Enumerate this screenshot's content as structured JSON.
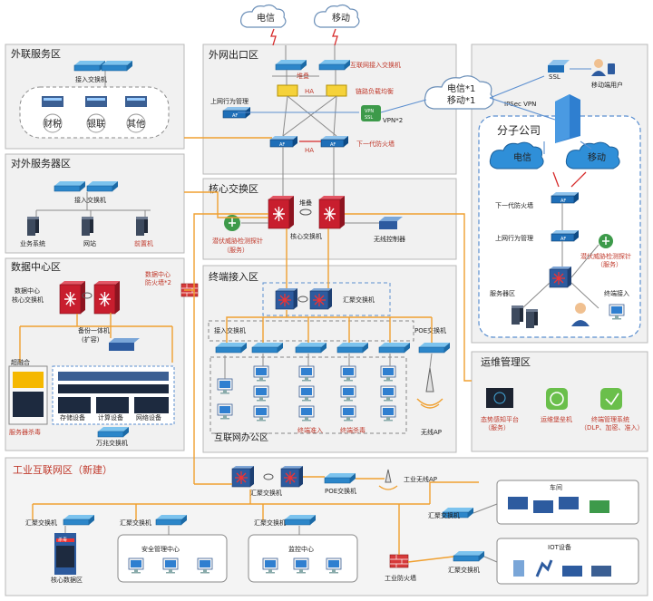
{
  "zones": {
    "external_service": "外联服务区",
    "external_server": "对外服务器区",
    "datacenter": "数据中心区",
    "egress": "外网出口区",
    "core_exchange": "核心交换区",
    "terminal_access": "终端接入区",
    "ops": "运维管理区",
    "industrial": "工业互联网区（新建）",
    "branch": "分子公司"
  },
  "clouds": {
    "telecom": "电信",
    "mobile": "移动",
    "telecom1": "电信*1",
    "mobile1": "移动*1",
    "branch_telecom": "电信",
    "branch_mobile": "移动"
  },
  "external_service": {
    "access_switch": "接入交换机",
    "items": [
      "财税",
      "银联",
      "其他"
    ]
  },
  "external_server": {
    "access_switch": "接入交换机",
    "servers": [
      "业务系统",
      "网站",
      "前置机"
    ]
  },
  "datacenter": {
    "core_switch": "数据中心\n核心交换机",
    "core_switch_l1": "数据中心",
    "core_switch_l2": "核心交换机",
    "firewall_l1": "数据中心",
    "firewall_l2": "防火墙*2",
    "backup_l1": "备份一体机",
    "backup_l2": "(扩容)",
    "hyperconverged": "超融合",
    "antivirus": "服务器杀毒",
    "gigabit_switch": "万兆交换机",
    "rack_labels": [
      "存储设备",
      "计算设备",
      "网络设备"
    ]
  },
  "egress": {
    "internet_switch": "互联网接入交换机",
    "stack": "堆叠",
    "ha1": "HA",
    "lb": "链路负载均衡",
    "behavior": "上网行为管理",
    "vpn": "VPN*2",
    "ngfw": "下一代防火墙",
    "ha2": "HA",
    "vpn_badge": "VPN",
    "ssl_badge": "SSL"
  },
  "core": {
    "stack": "堆叠",
    "core_switch": "核心交换机",
    "threat_l1": "潜伏威胁检测探针",
    "threat_l2": "（服务）",
    "wireless": "无线控制器"
  },
  "terminal": {
    "agg_switch": "汇聚交换机",
    "access_switch": "接入交换机",
    "poe_switch": "POE交换机",
    "office": "互联网办公区",
    "endpoint_access": "终端准入",
    "endpoint_av": "终端杀毒",
    "wireless_ap": "无线AP"
  },
  "branch": {
    "ipsec": "IPSec VPN",
    "mobile_user": "移动端用户",
    "ngfw": "下一代防火墙",
    "behavior": "上网行为管理",
    "threat_l1": "潜伏威胁检测探针",
    "threat_l2": "（服务）",
    "server_area": "服务器区",
    "terminal_access": "终端接入"
  },
  "ops": {
    "items": [
      {
        "l1": "态势感知平台",
        "l2": "（服务）"
      },
      {
        "l1": "运维堡垒机",
        "l2": ""
      },
      {
        "l1": "终端管理系统",
        "l2": "（DLP、加密、准入）"
      }
    ]
  },
  "industrial": {
    "agg_switch_top": "汇聚交换机",
    "poe_switch": "POE交换机",
    "wireless_ap": "工业无线AP",
    "agg_switch": "汇聚交换机",
    "security_center": "安全管理中心",
    "monitor_center": "监控中心",
    "industrial_fw": "工业防火墙",
    "workshop": "车间",
    "iot": "IOT设备",
    "core_dc": "核心数据区",
    "av": "杀毒"
  },
  "colors": {
    "orange_link": "#f0a030",
    "blue_link": "#5b8fd0",
    "core_red": "#c81e2e",
    "switch_blue": "#2c86c9",
    "label_red": "#c0392b"
  }
}
